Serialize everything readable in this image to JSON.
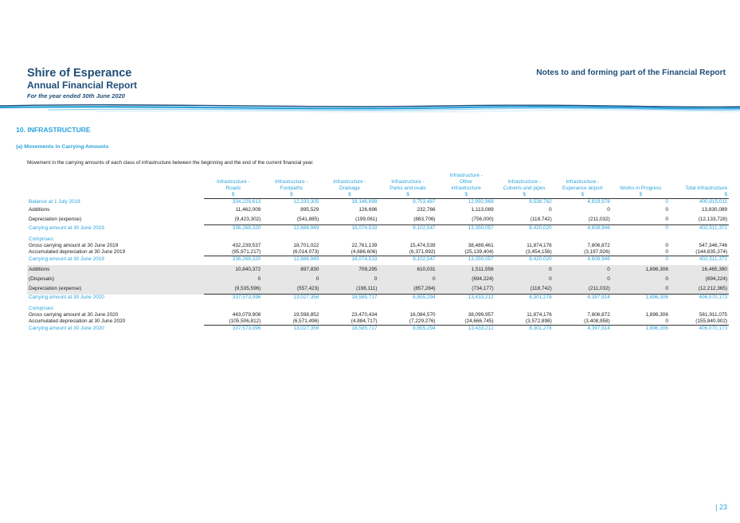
{
  "header": {
    "organisation": "Shire of Esperance",
    "report_title": "Annual Financial Report",
    "period": "For the year ended 30th June 2020",
    "notes_title": "Notes to and forming part of the Financial Report"
  },
  "section": {
    "title": "10. INFRASTRUCTURE",
    "subtitle": "(a) Movements in Carrying Amounts",
    "description": "Movement in the carrying amounts of each class of infrastructure between the beginning and the end of the current financial year."
  },
  "table": {
    "columns": [
      [
        "Infrastructure -",
        "Roads"
      ],
      [
        "Infrastructure -",
        "Footpaths"
      ],
      [
        "Infrastructure -",
        "Drainage"
      ],
      [
        "Infrastructure -",
        "Parks and ovals"
      ],
      [
        "Infrastructure -",
        "Other",
        "infrastructure"
      ],
      [
        "Infrastructure -",
        "Culverts and pipes"
      ],
      [
        "Infrastructure -",
        "Esperance airport"
      ],
      [
        "Works in Progress"
      ],
      [
        "Total Infrastructure"
      ]
    ],
    "currency": [
      "$",
      "$",
      "$",
      "$",
      "$",
      "$",
      "$",
      "$",
      "$"
    ],
    "rows": [
      {
        "label": "Balance at 1 July 2018",
        "values": [
          "334,229,613",
          "12,333,305",
          "18,146,898",
          "9,753,487",
          "12,992,968",
          "8,538,762",
          "4,819,978",
          "0",
          "400,815,011"
        ]
      },
      {
        "label": "Additions",
        "values": [
          "11,462,009",
          "895,529",
          "126,696",
          "232,766",
          "1,113,089",
          "0",
          "0",
          "0",
          "13,830,089"
        ]
      },
      {
        "label": "Depreciation (expense)",
        "values": [
          "(9,423,302)",
          "(541,885)",
          "(199,061)",
          "(883,706)",
          "(756,000)",
          "(118,742)",
          "(211,032)",
          "0",
          "(12,133,728)"
        ]
      },
      {
        "label": "Carrying amount at 30 June 2019",
        "values": [
          "336,268,320",
          "12,686,949",
          "18,074,533",
          "9,102,547",
          "13,350,057",
          "8,420,020",
          "4,608,946",
          "0",
          "402,511,372"
        ]
      },
      {
        "label": "Comprises:",
        "values": []
      },
      {
        "label": "Gross carrying amount at 30 June 2019",
        "values": [
          "432,239,537",
          "18,701,022",
          "22,761,139",
          "15,474,539",
          "38,489,461",
          "11,874,176",
          "7,806,872",
          "0",
          "547,346,746"
        ]
      },
      {
        "label": "Accumulated depreciation at 30 June 2019",
        "values": [
          "(95,971,217)",
          "(6,014,073)",
          "(4,686,606)",
          "(6,371,992)",
          "(25,139,404)",
          "(3,454,156)",
          "(3,197,926)",
          "0",
          "(144,835,374)"
        ]
      },
      {
        "label": "Carrying amount at 30 June 2019",
        "values": [
          "336,268,320",
          "12,686,949",
          "18,074,533",
          "9,102,547",
          "13,350,057",
          "8,420,020",
          "4,608,946",
          "0",
          "402,511,372"
        ]
      },
      {
        "label": "Additions",
        "values": [
          "10,840,372",
          "897,830",
          "709,295",
          "610,031",
          "1,511,556",
          "0",
          "0",
          "1,896,306",
          "16,465,390"
        ]
      },
      {
        "label": "(Disposals)",
        "values": [
          "0",
          "0",
          "0",
          "0",
          "(694,224)",
          "0",
          "0",
          "0",
          "(694,224)"
        ]
      },
      {
        "label": "Depreciation (expense)",
        "values": [
          "(9,535,596)",
          "(557,423)",
          "(198,111)",
          "(857,284)",
          "(734,177)",
          "(118,742)",
          "(211,032)",
          "0",
          "(12,212,365)"
        ]
      },
      {
        "label": "Carrying amount at 30 June 2020",
        "values": [
          "337,573,096",
          "13,027,356",
          "18,585,717",
          "8,855,294",
          "13,433,212",
          "8,301,278",
          "4,397,914",
          "1,896,306",
          "406,070,173"
        ]
      },
      {
        "label": "Comprises:",
        "values": []
      },
      {
        "label": "Gross carrying amount at 30 June 2020",
        "values": [
          "443,079,908",
          "19,598,852",
          "23,470,434",
          "16,084,570",
          "38,099,957",
          "11,874,176",
          "7,806,872",
          "1,896,306",
          "561,911,075"
        ]
      },
      {
        "label": "Accumulated depreciation at 30 June 2020",
        "values": [
          "(105,506,812)",
          "(6,571,496)",
          "(4,884,717)",
          "(7,229,276)",
          "(24,666,745)",
          "(3,572,898)",
          "(3,408,958)",
          "0",
          "(155,840,902)"
        ]
      },
      {
        "label": "Carrying amount at 30 June 2020",
        "values": [
          "337,573,096",
          "13,027,356",
          "18,585,717",
          "8,855,294",
          "13,433,212",
          "8,301,278",
          "4,397,914",
          "1,896,306",
          "406,070,173"
        ]
      }
    ]
  },
  "footer": {
    "page_number": "| 23"
  },
  "colors": {
    "brand_navy": "#1f4e79",
    "accent_blue": "#29a3dc",
    "shade_grey": "#e6e6e6"
  }
}
